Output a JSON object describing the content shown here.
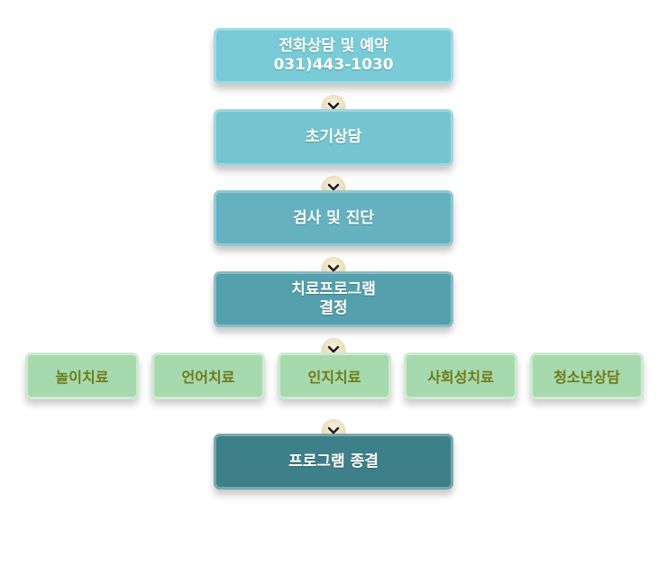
{
  "steps": {
    "phone": {
      "line1": "전화상담 및 예약",
      "line2": "031)443-1030"
    },
    "initial": {
      "label": "초기상담"
    },
    "assessment": {
      "label": "검사 및 진단"
    },
    "decision": {
      "line1": "치료프로그램",
      "line2": "결정"
    },
    "end": {
      "label": "프로그램 종결"
    }
  },
  "therapies": [
    {
      "label": "놀이치료"
    },
    {
      "label": "언어치료"
    },
    {
      "label": "인지치료"
    },
    {
      "label": "사회성치료"
    },
    {
      "label": "청소년상담"
    }
  ],
  "colors": {
    "step1": "#78cbd7",
    "step2": "#75c5d1",
    "step3": "#65b1bf",
    "step4": "#55a0ad",
    "step5": "#3e8089",
    "therapy_bg": "#a6d9ad",
    "therapy_text": "#6e7a1a",
    "arrow_circle": "#e8dcb6"
  },
  "icons": {
    "arrow": "chevron-down-icon"
  }
}
